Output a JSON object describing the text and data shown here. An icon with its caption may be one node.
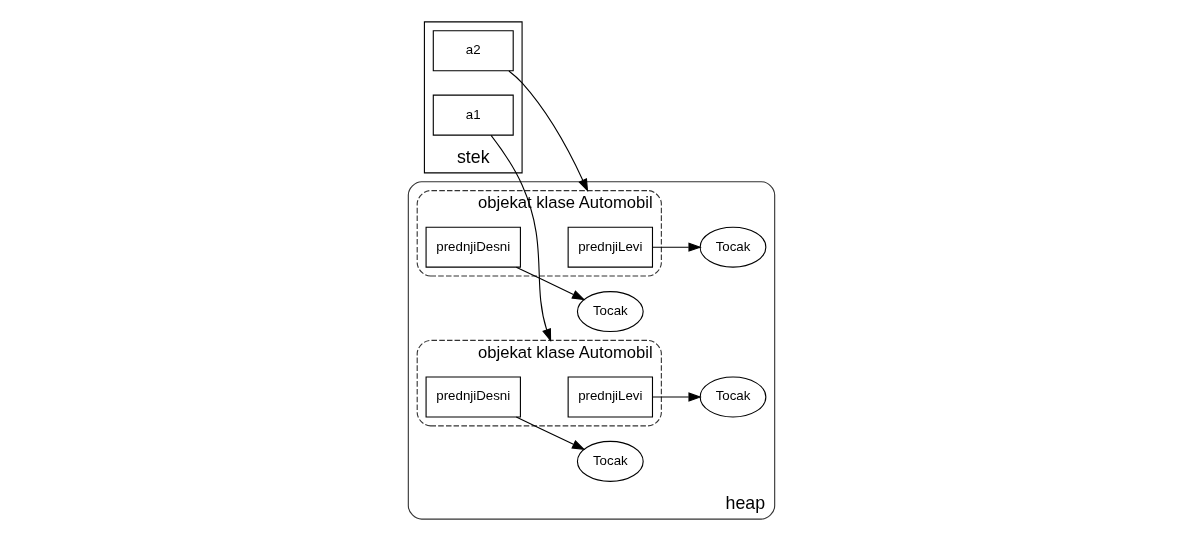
{
  "diagram": {
    "nodes": [
      {
        "text": [
          "stek"
        ]
      },
      {
        "text": [
          "a2"
        ],
        "in": 0
      },
      {
        "text": [
          "a1"
        ],
        "in": 0
      },
      {
        "text": [
          "heap"
        ]
      },
      {
        "text": [
          "objekat klase Automobil"
        ],
        "in": 3
      },
      {
        "text": [
          "prednjiLevi"
        ],
        "in": 4
      },
      {
        "text": [
          "prednjiDesni"
        ],
        "in": 4
      },
      {
        "text": [
          "objekat klase Automobil"
        ],
        "in": 3
      },
      {
        "text": [
          "prednjiLevi"
        ],
        "in": 7
      },
      {
        "text": [
          "prednjiDesni"
        ],
        "in": 7
      },
      {
        "text": [
          "Tocak"
        ],
        "in": 3
      },
      {
        "text": [
          "Tocak"
        ],
        "in": 3
      },
      {
        "text": [
          "Tocak"
        ],
        "in": 3
      },
      {
        "text": [
          "Tocak"
        ],
        "in": 3
      }
    ],
    "edges": [
      {
        "from": 1,
        "to": 4,
        "arrow": "to"
      },
      {
        "from": 2,
        "to": 7,
        "arrow": "to"
      },
      {
        "from": 5,
        "to": 10,
        "arrow": "to"
      },
      {
        "from": 6,
        "to": 11,
        "arrow": "to"
      },
      {
        "from": 8,
        "to": 12,
        "arrow": "to"
      },
      {
        "from": 9,
        "to": 13,
        "arrow": "to"
      }
    ]
  }
}
